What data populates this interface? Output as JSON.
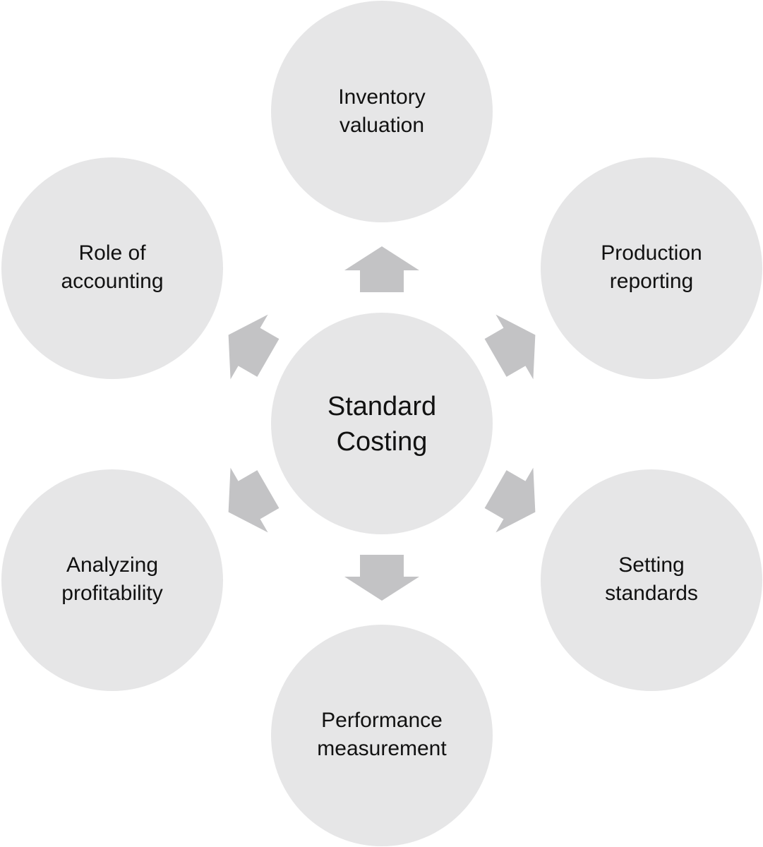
{
  "center": {
    "line1": "Standard",
    "line2": "Costing"
  },
  "nodes": {
    "inventory_valuation": {
      "line1": "Inventory",
      "line2": "valuation"
    },
    "production_reporting": {
      "line1": "Production",
      "line2": "reporting"
    },
    "setting_standards": {
      "line1": "Setting",
      "line2": "standards"
    },
    "performance_measurement": {
      "line1": "Performance",
      "line2": "measurement"
    },
    "analyzing_profitability": {
      "line1": "Analyzing",
      "line2": "profitability"
    },
    "role_of_accounting": {
      "line1": "Role of",
      "line2": "accounting"
    }
  },
  "colors": {
    "circle_fill": "#e6e6e7",
    "arrow_fill": "#c3c3c5",
    "text": "#111111",
    "background": "#ffffff"
  }
}
